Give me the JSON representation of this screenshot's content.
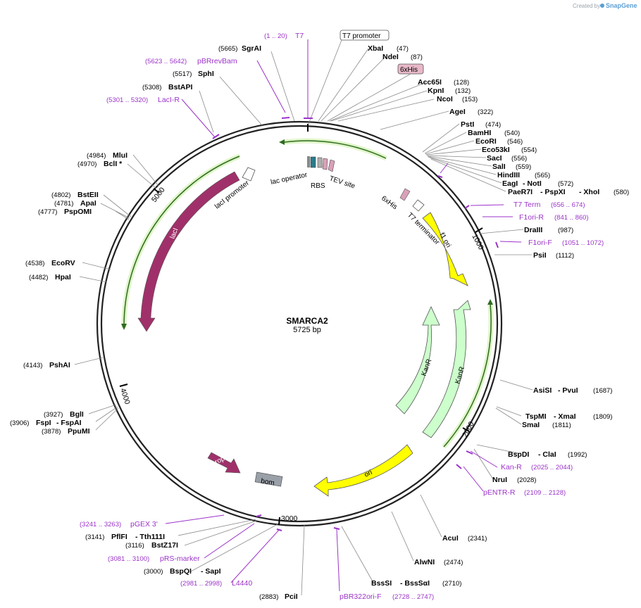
{
  "credit": {
    "prefix": "Created by",
    "brand": "SnapGene"
  },
  "plasmid": {
    "name": "SMARCA2",
    "size": "5725 bp"
  },
  "ring_ticks": [
    "1000",
    "2000",
    "3000",
    "4000",
    "5000"
  ],
  "sites": {
    "sgrai": {
      "name": "SgrAI",
      "pos": "(5665)"
    },
    "sphi": {
      "name": "SphI",
      "pos": "(5517)"
    },
    "bstapi": {
      "name": "BstAPI",
      "pos": "(5308)"
    },
    "xbai": {
      "name": "XbaI",
      "pos": "(47)"
    },
    "ndei": {
      "name": "NdeI",
      "pos": "(87)"
    },
    "acc65i": {
      "name": "Acc65I",
      "pos": "(128)"
    },
    "kpni": {
      "name": "KpnI",
      "pos": "(132)"
    },
    "ncoi": {
      "name": "NcoI",
      "pos": "(153)"
    },
    "agei": {
      "name": "AgeI",
      "pos": "(322)"
    },
    "psti": {
      "name": "PstI",
      "pos": "(474)"
    },
    "bamhi": {
      "name": "BamHI",
      "pos": "(540)"
    },
    "ecori": {
      "name": "EcoRI",
      "pos": "(546)"
    },
    "eco53ki": {
      "name": "Eco53kI",
      "pos": "(554)"
    },
    "saci": {
      "name": "SacI",
      "pos": "(556)"
    },
    "sali": {
      "name": "SalI",
      "pos": "(559)"
    },
    "hindiii": {
      "name": "HindIII",
      "pos": "(565)"
    },
    "eagi": {
      "name": "EagI",
      "sep": "- NotI",
      "pos": "(572)"
    },
    "paer7i": {
      "name": "PaeR7I",
      "sep1": "- PspXI",
      "sep2": "- XhoI",
      "pos": "(580)"
    },
    "draiii": {
      "name": "DraIII",
      "pos": "(987)"
    },
    "psii": {
      "name": "PsiI",
      "pos": "(1112)"
    },
    "mlui": {
      "name": "MluI",
      "pos": "(4984)"
    },
    "bcli": {
      "name": "BclI *",
      "pos": "(4970)"
    },
    "bsteii": {
      "name": "BstEII",
      "pos": "(4802)"
    },
    "apai": {
      "name": "ApaI",
      "pos": "(4781)"
    },
    "pspomi": {
      "name": "PspOMI",
      "pos": "(4777)"
    },
    "ecorv": {
      "name": "EcoRV",
      "pos": "(4538)"
    },
    "hpai": {
      "name": "HpaI",
      "pos": "(4482)"
    },
    "pshai": {
      "name": "PshAI",
      "pos": "(4143)"
    },
    "bgli": {
      "name": "BglI",
      "pos": "(3927)"
    },
    "fspi": {
      "name": "FspI",
      "sep": "- FspAI",
      "pos": "(3906)"
    },
    "ppumi": {
      "name": "PpuMI",
      "pos": "(3878)"
    },
    "asisi": {
      "name": "AsiSI",
      "sep": "- PvuI",
      "pos": "(1687)"
    },
    "tspmi": {
      "name": "TspMI",
      "sep": "- XmaI",
      "pos": "(1809)"
    },
    "smai": {
      "name": "SmaI",
      "pos": "(1811)"
    },
    "bspdi": {
      "name": "BspDI",
      "sep": "- ClaI",
      "pos": "(1992)"
    },
    "nrui": {
      "name": "NruI",
      "pos": "(2028)"
    },
    "acui": {
      "name": "AcuI",
      "pos": "(2341)"
    },
    "alwni": {
      "name": "AlwNI",
      "pos": "(2474)"
    },
    "bsssi": {
      "name": "BssSI",
      "sep": "- BssSαI",
      "pos": "(2710)"
    },
    "pcii": {
      "name": "PciI",
      "pos": "(2883)"
    },
    "bspqi": {
      "name": "BspQI",
      "sep": "- SapI",
      "pos": "(3000)"
    },
    "bstz17i": {
      "name": "BstZ17I",
      "pos": "(3116)"
    },
    "pflfi": {
      "name": "PflFI",
      "sep": "- Tth111I",
      "pos": "(3141)"
    }
  },
  "primers": {
    "t7": {
      "name": "T7",
      "range": "(1 .. 20)"
    },
    "pbrrevbam": {
      "name": "pBRrevBam",
      "range": "(5623 .. 5642)"
    },
    "laci_r": {
      "name": "LacI-R",
      "range": "(5301 .. 5320)"
    },
    "t7term": {
      "name": "T7 Term",
      "range": "(656 .. 674)"
    },
    "f1ori_r": {
      "name": "F1ori-R",
      "range": "(841 .. 860)"
    },
    "f1ori_f": {
      "name": "F1ori-F",
      "range": "(1051 .. 1072)"
    },
    "kan_r": {
      "name": "Kan-R",
      "range": "(2025 .. 2044)"
    },
    "pentr_r": {
      "name": "pENTR-R",
      "range": "(2109 .. 2128)"
    },
    "pgex3": {
      "name": "pGEX 3'",
      "range": "(3241 .. 3263)"
    },
    "prs": {
      "name": "pRS-marker",
      "range": "(3081 .. 3100)"
    },
    "l4440": {
      "name": "L4440",
      "range": "(2981 .. 2998)"
    },
    "pbr322": {
      "name": "pBR322ori-F",
      "range": "(2728 .. 2747)"
    }
  },
  "features": {
    "t7_promoter": "T7 promoter",
    "his_box": "6xHis",
    "lac_operator": "lac operator",
    "rbs": "RBS",
    "tev": "TEV site",
    "his_small": "6xHis",
    "t7_terminator": "T7 terminator",
    "f1ori": "f1 ori",
    "laci_promoter": "lacI promoter",
    "laci": "lacI",
    "kanr1": "KanR",
    "kanr2": "KanR",
    "ori": "ori",
    "rop": "rop",
    "bom": "bom"
  },
  "colors": {
    "purple_primer": "#9b33c9",
    "laci_fill": "#a0306a",
    "ori_fill": "#ffff00",
    "kanr_fill": "#ccffcc",
    "orf_green": "#2e6b1f",
    "bom_fill": "#9aa0a8"
  }
}
